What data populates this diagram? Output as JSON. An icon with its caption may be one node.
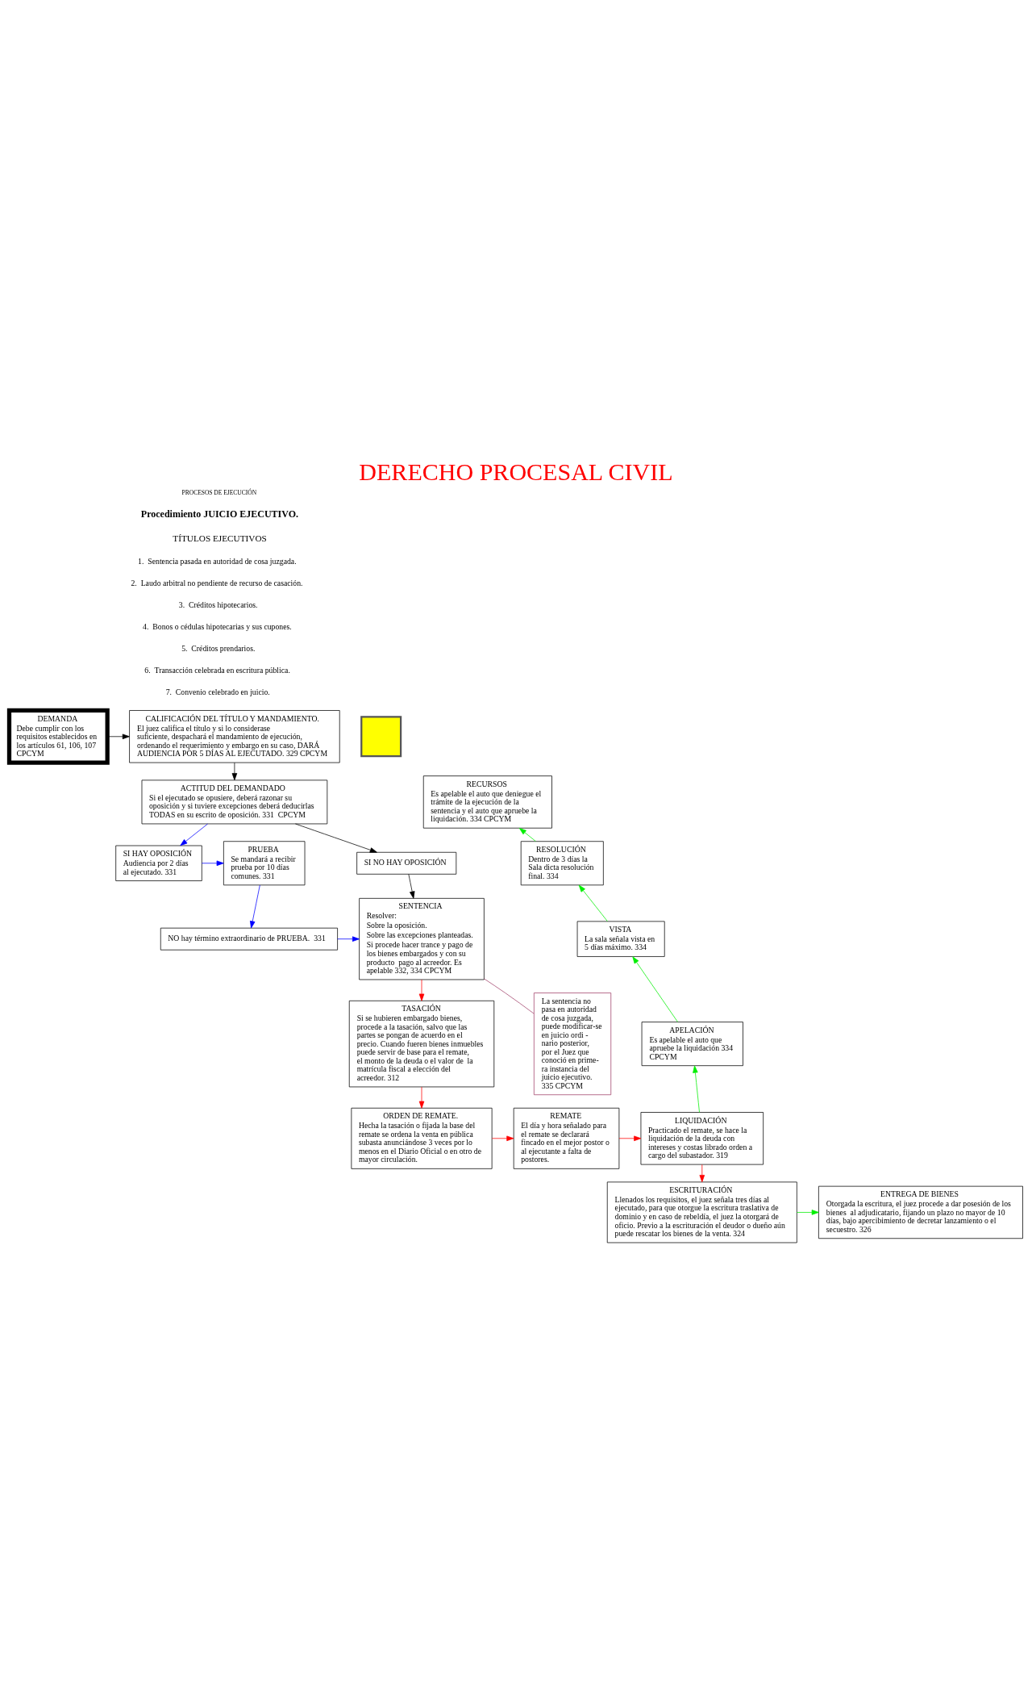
{
  "diagram": {
    "title": "DERECHO PROCESAL CIVIL",
    "nodes": [
      {
        "text": [
          "DEMANDA",
          "Debe cumplir con los requisitos establecidos en los artículos 61, 106, 107 CPCYM"
        ]
      },
      {
        "text": [
          "CALIFICACIÓN DEL TÍTULO Y MANDAMIENTO.",
          "El juez califica el título y si lo considerase suficiente, despachará el mandamiento de ejecución, ordenando el requerimiento y embargo en su caso, DARÁ AUDIENCIA POR 5 DÍAS AL EJECUTADO. 329 CPCYM"
        ]
      },
      {
        "text": [
          "ACTITUD DEL DEMANDADO",
          "Si el ejecutado se opusiere, deberá razonar su oposición y si tuviere excepciones deberá deducirlas TODAS en su escrito de oposición. 331  CPCYM"
        ]
      },
      {
        "text": [
          "RECURSOS",
          "Es apelable el auto que deniegue el trámite de la ejecución de la sentencia y el auto que apruebe la liquidación. 334 CPCYM"
        ]
      },
      {
        "text": [
          "PRUEBA",
          "Se mandará a recibir prueba por 10 días comunes. 331"
        ]
      },
      {
        "text": [
          "SI HAY OPOSICIÓN",
          "Audiencia por 2 días al ejecutado. 331"
        ]
      },
      {
        "text": [
          "SI NO HAY OPOSICIÓN"
        ]
      },
      {
        "text": [
          "RESOLUCIÓN",
          "Dentro de 3 días la Sala dicta resolución final. 334"
        ]
      },
      {
        "text": [
          "NO hay término extraordinario de PRUEBA.  331"
        ]
      },
      {
        "text": [
          "SENTENCIA",
          "Resolver:",
          "Sobre la oposición.",
          "Sobre las excepciones planteadas.",
          "Si procede hacer trance y pago de los bienes embargados y con su producto  pago al acreedor. Es apelable 332, 334 CPCYM"
        ]
      },
      {
        "text": [
          "VISTA",
          "La sala señala vista en 5 días máximo. 334"
        ]
      },
      {
        "text": [
          "La sentencia no pasa en autoridad de cosa juzgada, puede modificar-se en juicio ordi - nario posterior, por el Juez que conoció en prime-ra instancia del juicio ejecutivo. 335 CPCYM"
        ]
      },
      {
        "text": [
          "TASACIÓN",
          "Si se hubieren embargado bienes, procede a la tasación, salvo que las partes se pongan de acuerdo en el precio. Cuando fueren bienes inmuebles puede servir de base para el remate, el monto de la deuda o el valor de  la matrícula fiscal a elección del acreedor. 312"
        ]
      },
      {
        "text": [
          "APELACIÓN",
          "Es apelable el auto que apruebe la liquidación 334 CPCYM"
        ]
      },
      {
        "text": [
          "LIQUIDACIÓN",
          "Practicado el remate, se hace la liquidación de la deuda con intereses y costas librado orden a cargo del subastador. 319"
        ]
      },
      {
        "text": [
          "REMATE",
          "El día y hora señalado para el remate se declarará fincado en el mejor postor o al ejecutante a falta de postores."
        ]
      },
      {
        "text": [
          "ORDEN DE REMATE.",
          "Hecha la tasación o fijada la base del remate se ordena la venta en pública subasta anunciándose 3 veces por lo menos en el Diario Oficial o en otro de mayor circulación."
        ]
      },
      {
        "text": [
          "ESCRITURACIÓN",
          "Llenados los requisitos, el juez señala tres días al ejecutado, para que otorgue la escritura traslativa de dominio y en caso de rebeldía, el juez la otorgará de oficio. Previo a la escrituración el deudor o dueño aún puede rescatar los bienes de la venta. 324"
        ]
      },
      {
        "text": [
          "ENTREGA DE BIENES",
          "Otorgada la escritura, el juez procede a dar posesión de los bienes  al adjudicatario, fijando un plazo no mayor de 10 días, bajo apercibimiento de decretar lanzamiento o el secuestro. 326"
        ]
      },
      {
        "text": [],
        "shape": "box"
      }
    ],
    "edges": [
      {
        "from": 0,
        "to": 1,
        "arrow": "to",
        "color": "#000000"
      },
      {
        "from": 1,
        "to": 2,
        "arrow": "to",
        "color": "#000000"
      },
      {
        "from": 2,
        "to": 5,
        "arrow": "to",
        "color": "#0000ff"
      },
      {
        "from": 2,
        "to": 6,
        "arrow": "to",
        "color": "#000000"
      },
      {
        "from": 5,
        "to": 4,
        "arrow": "to",
        "color": "#0000ff"
      },
      {
        "from": 4,
        "to": 8,
        "arrow": "to",
        "color": "#0000ff"
      },
      {
        "from": 8,
        "to": 9,
        "arrow": "to",
        "color": "#0000ff"
      },
      {
        "from": 6,
        "to": 9,
        "arrow": "to",
        "color": "#000000"
      },
      {
        "from": 11,
        "to": 9,
        "arrow": "none",
        "color": "#a0406a"
      },
      {
        "from": 9,
        "to": 12,
        "arrow": "to",
        "color": "#ff0000"
      },
      {
        "from": 12,
        "to": 16,
        "arrow": "to",
        "color": "#ff0000"
      },
      {
        "from": 16,
        "to": 15,
        "arrow": "to",
        "color": "#ff0000"
      },
      {
        "from": 15,
        "to": 14,
        "arrow": "to",
        "color": "#ff0000"
      },
      {
        "from": 14,
        "to": 17,
        "arrow": "to",
        "color": "#ff0000"
      },
      {
        "from": 14,
        "to": 13,
        "arrow": "to",
        "color": "#00ee00"
      },
      {
        "from": 13,
        "to": 10,
        "arrow": "to",
        "color": "#00ee00"
      },
      {
        "from": 10,
        "to": 7,
        "arrow": "to",
        "color": "#00ee00"
      },
      {
        "from": 7,
        "to": 3,
        "arrow": "to",
        "color": "#00ee00"
      },
      {
        "from": 17,
        "to": 18,
        "arrow": "to",
        "color": "#00ee00"
      }
    ],
    "labels": [
      "PROCESOS DE EJECUCIÓN",
      "Procedimiento JUICIO EJECUTIVO.",
      "TÍTULOS EJECUTIVOS",
      "1.  Sentencia pasada en autoridad de cosa juzgada.",
      "2.  Laudo arbitral no pendiente de recurso de casación.",
      "3.  Créditos hipotecarios.",
      "4.  Bonos o cédulas hipotecarias y sus cupones.",
      "5.  Créditos prendarios.",
      "6.  Transacción celebrada en escritura pública.",
      "7.  Convenio celebrado en juicio."
    ]
  }
}
